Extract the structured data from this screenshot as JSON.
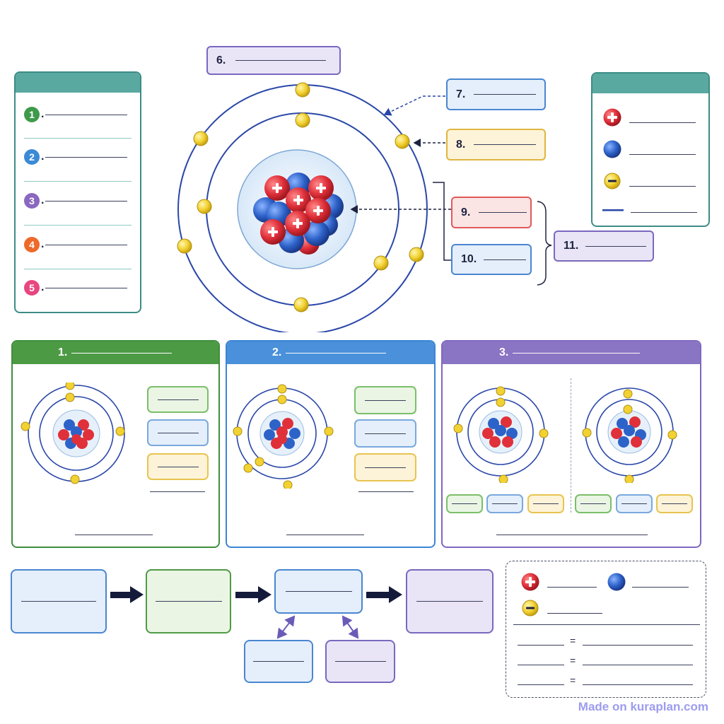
{
  "numbered_list": {
    "items": [
      {
        "num": "1",
        "color": "#3e9a4a"
      },
      {
        "num": "2",
        "color": "#3a8ad6"
      },
      {
        "num": "3",
        "color": "#8a68c0"
      },
      {
        "num": "4",
        "color": "#ee6a2a"
      },
      {
        "num": "5",
        "color": "#e84680"
      }
    ],
    "dot": "."
  },
  "labels": {
    "l6": "6.",
    "l7": "7.",
    "l8": "8.",
    "l9": "9.",
    "l10": "10.",
    "l11": "11."
  },
  "legend_top": {
    "items": [
      {
        "icon": "proton-icon"
      },
      {
        "icon": "neutron-icon"
      },
      {
        "icon": "electron-icon"
      },
      {
        "icon": "orbit-line-icon"
      }
    ]
  },
  "sections": [
    {
      "num": "1.",
      "color": "#3e8f3e"
    },
    {
      "num": "2.",
      "color": "#3a86d6"
    },
    {
      "num": "3.",
      "color": "#7f68bf"
    }
  ],
  "legend_bottom": {
    "equals": [
      "=",
      "=",
      "="
    ],
    "icons": [
      "proton-icon",
      "neutron-icon",
      "electron-icon"
    ]
  },
  "colors": {
    "proton": "#e0303a",
    "neutron": "#2d62c9",
    "electron": "#f2d233",
    "orbit": "#2a47a8"
  },
  "watermark": "Made on kuraplan.com"
}
